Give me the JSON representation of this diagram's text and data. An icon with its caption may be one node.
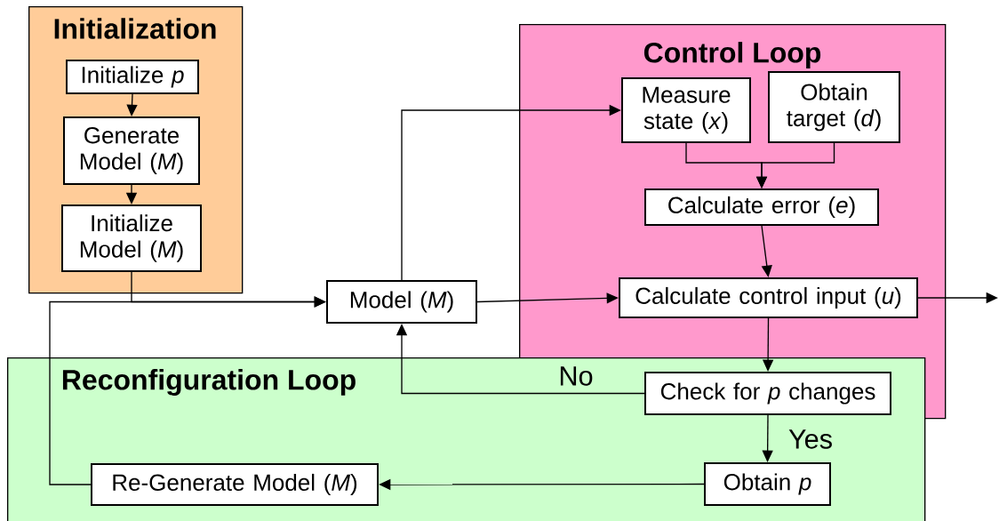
{
  "diagram": {
    "nodes": [
      {
        "text": [
          "Initialization"
        ]
      },
      {
        "text": [
          "Initialize *p*"
        ],
        "in": 0
      },
      {
        "text": [
          "Generate Model (*M*)"
        ],
        "in": 0
      },
      {
        "text": [
          "Initialize Model (*M*)"
        ],
        "in": 0
      },
      {
        "text": [
          "Control Loop"
        ]
      },
      {
        "text": [
          "Measure state (*x*)"
        ],
        "in": 4
      },
      {
        "text": [
          "Obtain target (*d*)"
        ],
        "in": 4
      },
      {
        "text": [
          "Calculate error (*e*)"
        ],
        "in": 4
      },
      {
        "text": [
          "Model (*M*)"
        ]
      },
      {
        "text": [
          "Calculate control input (*u*)"
        ],
        "in": 4
      },
      {
        "text": [
          "Reconfiguration Loop"
        ]
      },
      {
        "text": [
          "Check for *p* changes"
        ]
      },
      {
        "text": [
          "Obtain *p*"
        ],
        "in": 10
      },
      {
        "text": [
          "Re-Generate Model (*M*)"
        ],
        "in": 10
      }
    ],
    "edges": [
      {
        "from": 1,
        "to": 2,
        "arrow": "to"
      },
      {
        "from": 2,
        "to": 3,
        "arrow": "to"
      },
      {
        "from": 3,
        "to": 8,
        "arrow": "to"
      },
      {
        "from": 13,
        "to": 8,
        "arrow": "to"
      },
      {
        "from": 8,
        "to": 5,
        "arrow": "to"
      },
      {
        "from": 5,
        "to": 7,
        "arrow": "to"
      },
      {
        "from": 6,
        "to": 7,
        "arrow": "to"
      },
      {
        "from": 7,
        "to": 9,
        "arrow": "to"
      },
      {
        "from": 8,
        "to": 9,
        "arrow": "to"
      },
      {
        "from": 9,
        "to": null,
        "arrow": "to"
      },
      {
        "from": 9,
        "to": 11,
        "arrow": "to"
      },
      {
        "from": 11,
        "to": 8,
        "arrow": "to",
        "label": "No"
      },
      {
        "from": 11,
        "to": 12,
        "arrow": "to",
        "label": "Yes"
      },
      {
        "from": 12,
        "to": 13,
        "arrow": "to"
      }
    ]
  }
}
